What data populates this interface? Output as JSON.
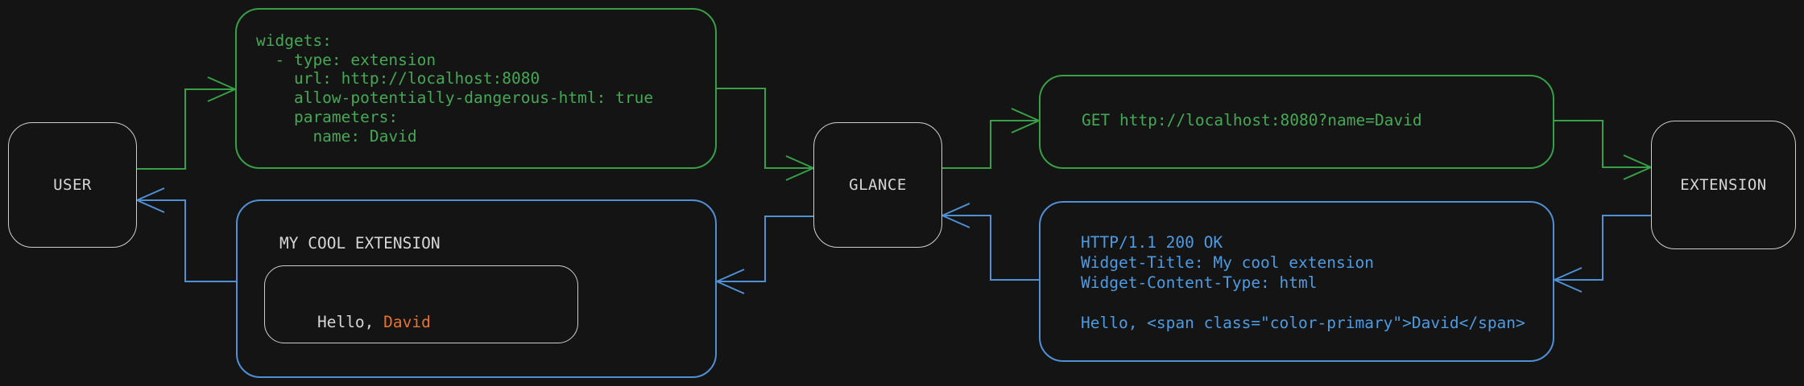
{
  "theme": {
    "background": "#141414",
    "green_line": "#37a047",
    "green_text": "#44a854",
    "blue_line": "#4f90d5",
    "blue_text": "#4d9be2",
    "gray_border": "#cdcdcd",
    "gray_text": "#d6d6d6",
    "orange_text": "#e6732d"
  },
  "nodes": {
    "user": {
      "label": "USER"
    },
    "glance": {
      "label": "GLANCE"
    },
    "extension": {
      "label": "EXTENSION"
    }
  },
  "config_box": {
    "text": "widgets:\n  - type: extension\n    url: http://localhost:8080\n    allow-potentially-dangerous-html: true\n    parameters:\n      name: David"
  },
  "request_box": {
    "text": "GET http://localhost:8080?name=David"
  },
  "response_box": {
    "text": "HTTP/1.1 200 OK\nWidget-Title: My cool extension\nWidget-Content-Type: html\n\nHello, <span class=\"color-primary\">David</span>"
  },
  "rendered_widget": {
    "title": "MY COOL EXTENSION",
    "greeting_prefix": "Hello, ",
    "greeting_name": "David"
  }
}
